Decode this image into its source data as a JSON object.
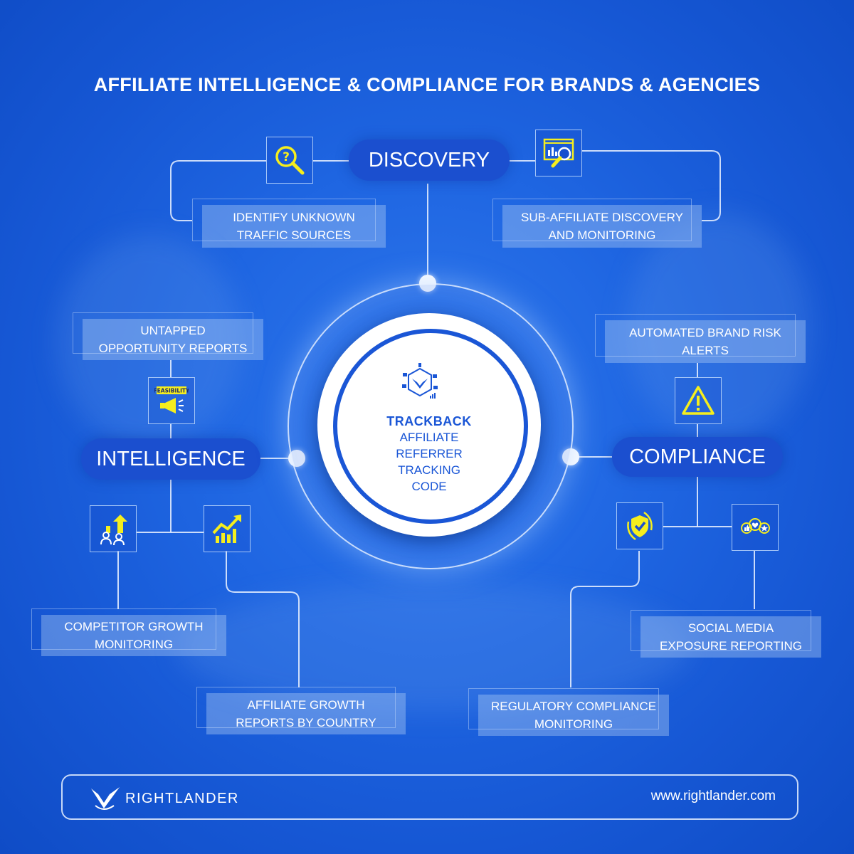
{
  "title": "AFFILIATE INTELLIGENCE & COMPLIANCE FOR BRANDS & AGENCIES",
  "sections": {
    "discovery": "DISCOVERY",
    "intelligence": "INTELLIGENCE",
    "compliance": "COMPLIANCE"
  },
  "features": {
    "identify_unknown": "IDENTIFY UNKNOWN\nTRAFFIC SOURCES",
    "sub_affiliate": "SUB-AFFILIATE DISCOVERY\nAND MONITORING",
    "untapped": "UNTAPPED\nOPPORTUNITY REPORTS",
    "brand_risk": "AUTOMATED BRAND RISK\nALERTS",
    "competitor": "COMPETITOR GROWTH\nMONITORING",
    "affiliate_growth": "AFFILIATE GROWTH\nREPORTS BY COUNTRY",
    "social_media": "SOCIAL MEDIA\nEXPOSURE REPORTING",
    "regulatory": "REGULATORY COMPLIANCE\nMONITORING"
  },
  "icons": {
    "question": "search-question-icon",
    "dashboard": "dashboard-search-icon",
    "feasibility": "feasibility-megaphone-icon",
    "feasibility_label": "FEASIBILITY",
    "warning": "warning-icon",
    "competitor": "competitor-growth-icon",
    "chart": "growth-chart-icon",
    "shield": "shield-check-icon",
    "social": "social-reactions-icon"
  },
  "center": {
    "title": "TRACKBACK",
    "subtitle": "AFFILIATE\nREFERRER\nTRACKING\nCODE"
  },
  "footer": {
    "brand": "RIGHTLANDER",
    "url": "www.rightlander.com"
  },
  "colors": {
    "background": "#1f66e2",
    "pill": "#1b4fcf",
    "accent_yellow": "#f5ee1e",
    "center_blue": "#1a56d6"
  }
}
